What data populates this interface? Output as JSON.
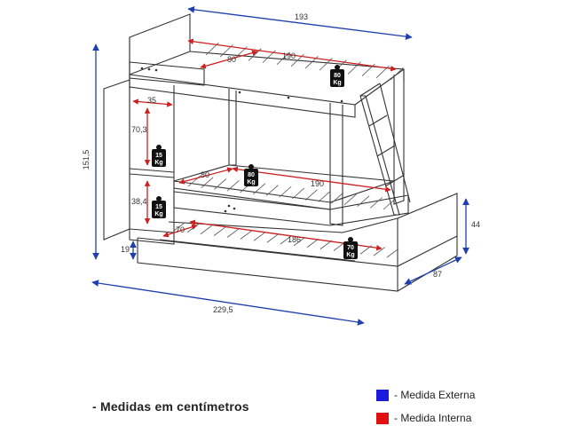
{
  "diagram": {
    "colors": {
      "external": "#1f3fb0",
      "internal": "#cc1f1f",
      "furniture": "#333333",
      "slats": "#555555",
      "label": "#333333",
      "weight_bg": "#111111",
      "weight_text": "#ffffff"
    },
    "external_dims": {
      "width_top": "193",
      "height_total": "151,5",
      "length_bottom": "229,5",
      "trundle_height": "44",
      "depth": "87",
      "trundle_leg": "19"
    },
    "internal_dims": {
      "top_mattress_length": "190",
      "top_mattress_width": "80",
      "shelf_width": "35",
      "shelf_upper_height": "70,3",
      "shelf_lower_height": "38,4",
      "middle_mattress_width": "80",
      "middle_mattress_length": "190",
      "trundle_width": "70",
      "trundle_length": "186"
    },
    "weights": {
      "top_bed": {
        "value": "80",
        "unit": "Kg"
      },
      "middle_bed": {
        "value": "80",
        "unit": "Kg"
      },
      "trundle_bed": {
        "value": "70",
        "unit": "Kg"
      },
      "shelf_upper": {
        "value": "15",
        "unit": "Kg"
      },
      "shelf_lower": {
        "value": "15",
        "unit": "Kg"
      }
    }
  },
  "footer": {
    "note": "- Medidas em centímetros",
    "legend_external": "- Medida Externa",
    "legend_internal": "- Medida Interna"
  }
}
